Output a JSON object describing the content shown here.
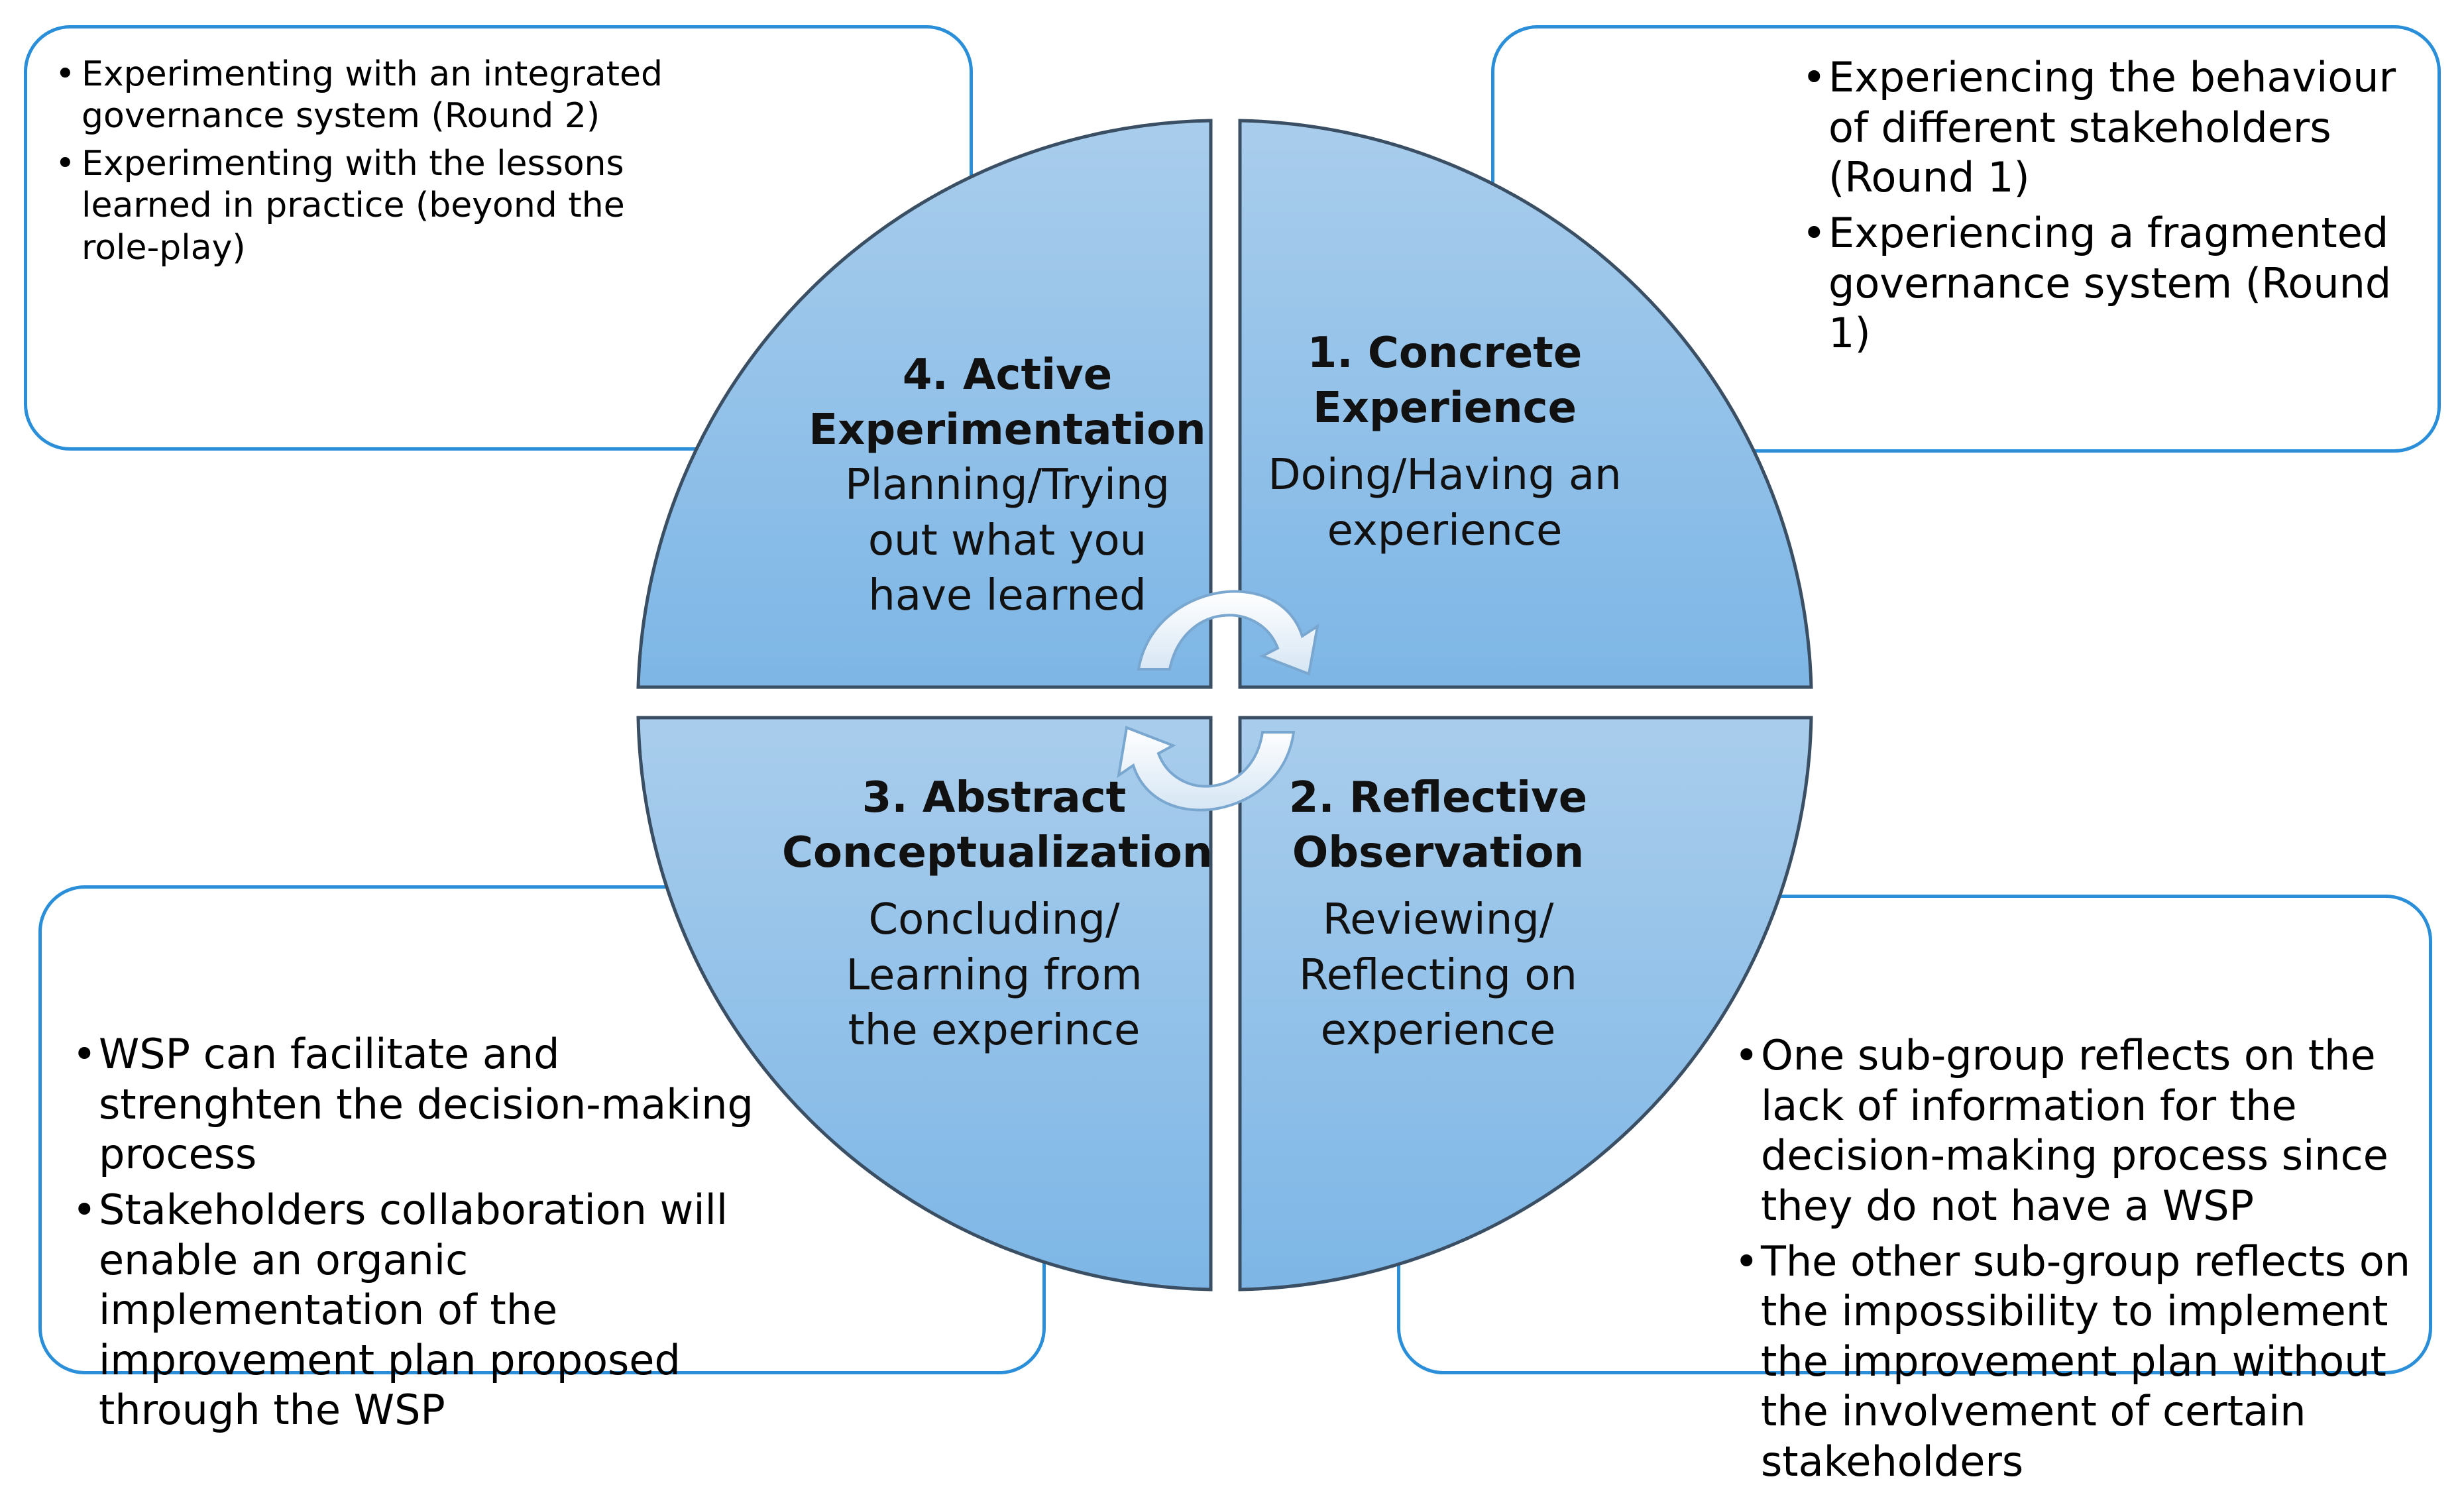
{
  "quadrants": {
    "concrete": {
      "title": "1. Concrete Experience",
      "description": "Doing/Having an experience"
    },
    "reflective": {
      "title": "2. Reflective Observation",
      "description": "Reviewing/ Reflecting on experience"
    },
    "abstract": {
      "title": "3. Abstract Conceptualization",
      "description": "Concluding/ Learning from the experince"
    },
    "active": {
      "title": "4. Active Experimentation",
      "description": "Planning/Trying out what you have learned"
    }
  },
  "boxes": {
    "top_left": {
      "items": [
        "Experimenting with an integrated governance system (Round 2)",
        "Experimenting with the lessons learned in practice (beyond the role-play)"
      ]
    },
    "top_right": {
      "items": [
        "Experiencing the behaviour of different stakeholders (Round 1)",
        "Experiencing a fragmented governance system (Round 1)"
      ]
    },
    "bottom_left": {
      "items": [
        "WSP can facilitate and strenghten the decision-making process",
        "Stakeholders collaboration will enable an organic implementation of the improvement plan proposed through the WSP"
      ]
    },
    "bottom_right": {
      "items": [
        "One sub-group reflects on the lack of information for the decision-making process since they do not have a WSP",
        "The other sub-group reflects on the impossibility to implement the improvement plan without the involvement of certain stakeholders"
      ]
    }
  },
  "colors": {
    "box_border": "#2a8fd8",
    "quadrant_top": "#a9cdec",
    "quadrant_bottom": "#7db6e6",
    "quadrant_border": "#3a4f63"
  },
  "icons": [
    "cycle-arrow-icon"
  ]
}
